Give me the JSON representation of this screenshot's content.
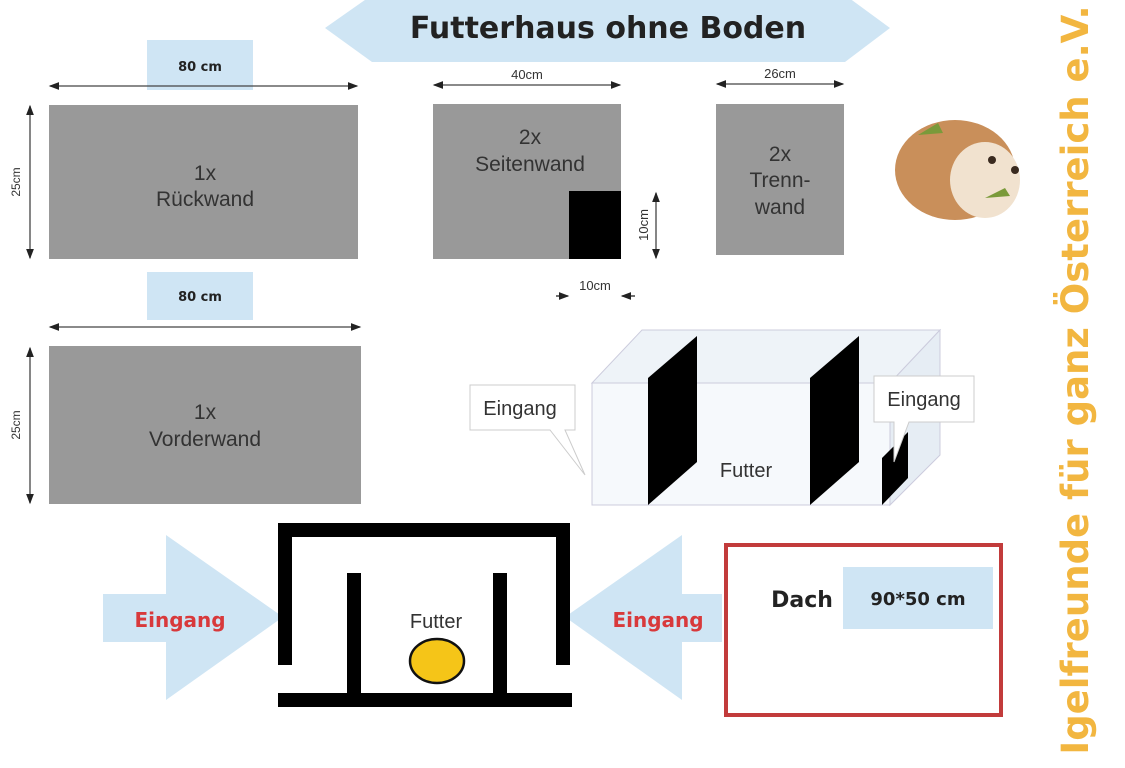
{
  "title": "Futterhaus ohne Boden",
  "side_text": "Igelfreunde für ganz Österreich e.V.",
  "colors": {
    "panel": "#999999",
    "label_bg": "#cfe5f4",
    "red": "#d8393b",
    "side_text": "#f2b640",
    "frame": "#c23b3b",
    "food": "#f5c518"
  },
  "panels": {
    "rueckwand": {
      "count": "1x",
      "name": "Rückwand",
      "width": "80 cm",
      "height": "25cm"
    },
    "seitenwand": {
      "count": "2x",
      "name": "Seitenwand",
      "width": "40cm",
      "opening_h": "10cm",
      "opening_w": "10cm"
    },
    "trennwand": {
      "count": "2x",
      "name1": "Trenn-",
      "name2": "wand",
      "width": "26cm"
    },
    "vorderwand": {
      "count": "1x",
      "name": "Vorderwand",
      "width": "80 cm",
      "height": "25cm"
    }
  },
  "box3d": {
    "entrance_left": "Eingang",
    "entrance_right": "Eingang",
    "food": "Futter"
  },
  "floorplan": {
    "entrance_left": "Eingang",
    "entrance_right": "Eingang",
    "food": "Futter"
  },
  "roof": {
    "label": "Dach",
    "size": "90*50 cm"
  },
  "icons": [
    "hedgehog-illustration"
  ]
}
